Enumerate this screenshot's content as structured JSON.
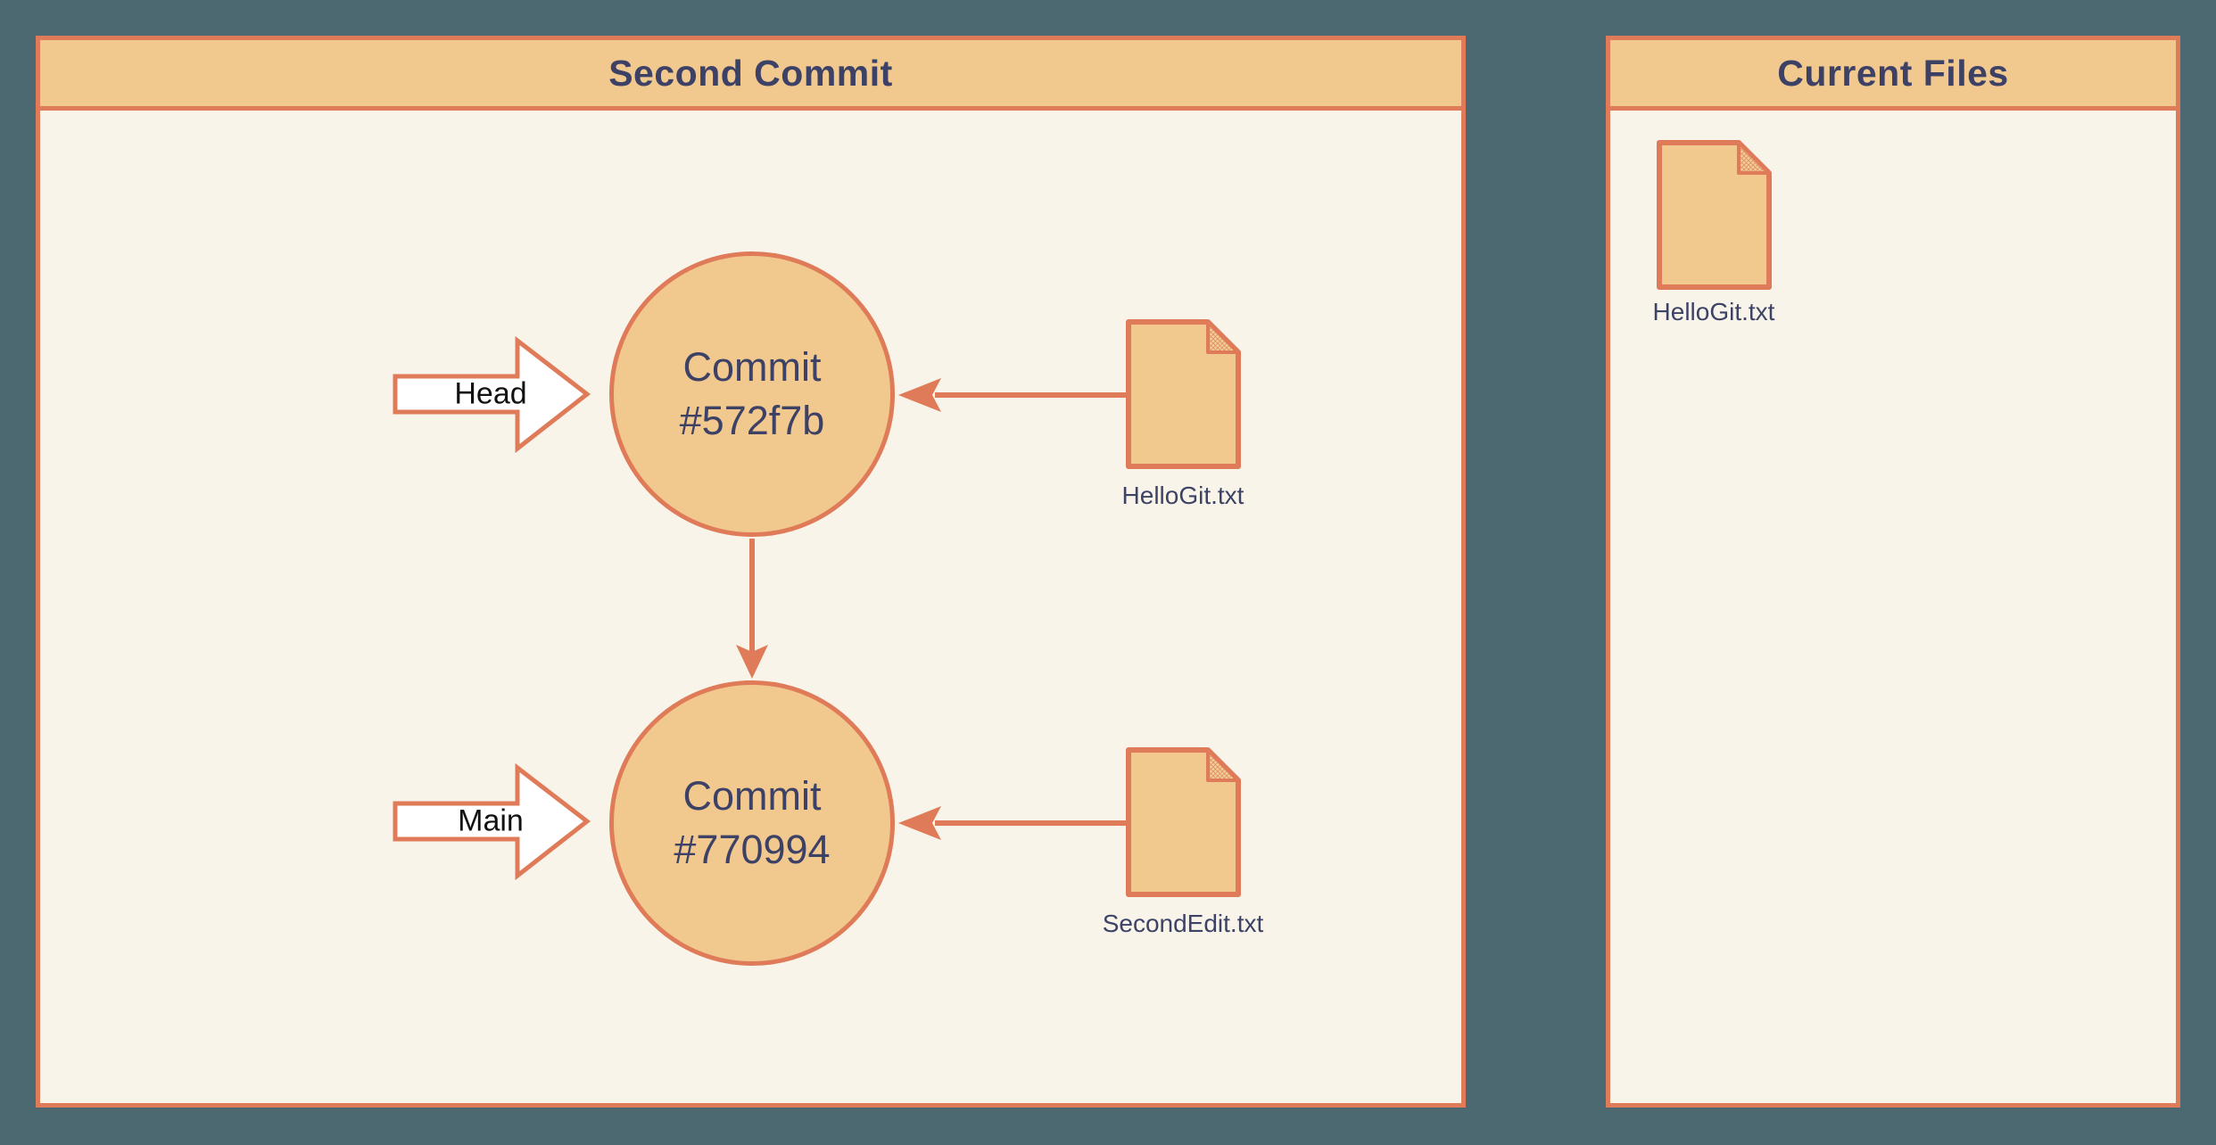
{
  "colors": {
    "canvas_bg": "#4C6972",
    "panel_bg": "#F9F4EA",
    "header_fill": "#F1C98F",
    "shape_fill": "#F1C98F",
    "border_accent": "#DF7B58",
    "title_text": "#3D4166",
    "label_text": "#3D4365",
    "pointer_text": "#111111",
    "pointer_fill": "#FFFFFF"
  },
  "left_panel": {
    "title": "Second Commit",
    "commits": [
      {
        "name": "Commit",
        "hash": "#572f7b"
      },
      {
        "name": "Commit",
        "hash": "#770994"
      }
    ],
    "pointers": [
      {
        "label": "Head"
      },
      {
        "label": "Main"
      }
    ],
    "files": [
      {
        "name": "HelloGit.txt"
      },
      {
        "name": "SecondEdit.txt"
      }
    ]
  },
  "right_panel": {
    "title": "Current Files",
    "files": [
      {
        "name": "HelloGit.txt"
      }
    ]
  }
}
